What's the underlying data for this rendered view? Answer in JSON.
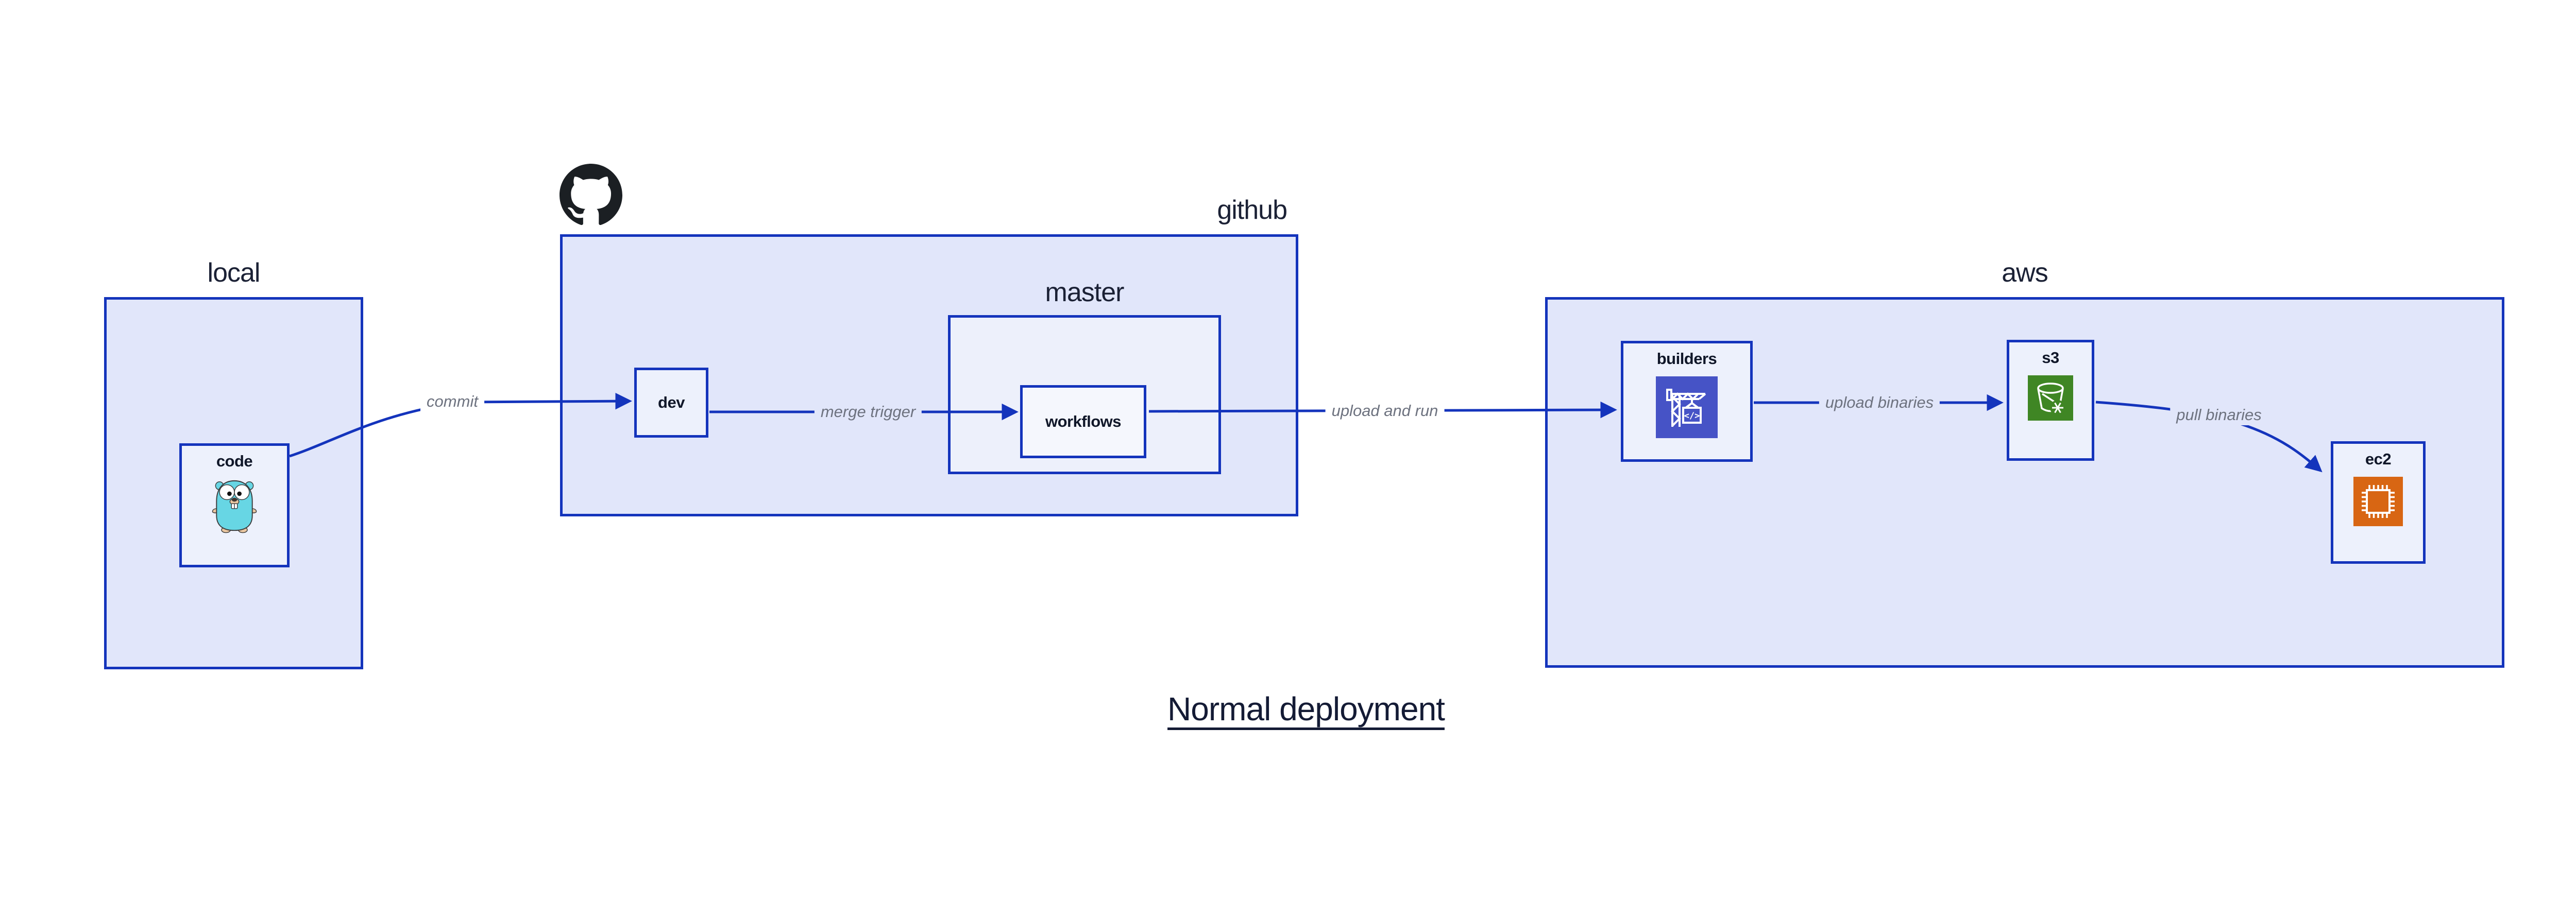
{
  "title": {
    "text": "Normal deployment"
  },
  "clusters": {
    "local": {
      "label": "local"
    },
    "github": {
      "label": "github"
    },
    "master": {
      "label": "master"
    },
    "aws": {
      "label": "aws"
    }
  },
  "nodes": {
    "code": {
      "label": "code",
      "icon": "go-gopher-icon"
    },
    "dev": {
      "label": "dev"
    },
    "workflows": {
      "label": "workflows"
    },
    "builders": {
      "label": "builders",
      "icon": "aws-codebuild-crane-icon"
    },
    "s3": {
      "label": "s3",
      "icon": "aws-s3-bucket-icon"
    },
    "ec2": {
      "label": "ec2",
      "icon": "aws-ec2-chip-icon"
    }
  },
  "edges": [
    {
      "from": "code",
      "to": "dev",
      "label": "commit"
    },
    {
      "from": "dev",
      "to": "workflows",
      "label": "merge trigger"
    },
    {
      "from": "workflows",
      "to": "builders",
      "label": "upload and run"
    },
    {
      "from": "builders",
      "to": "s3",
      "label": "upload binaries"
    },
    {
      "from": "s3",
      "to": "ec2",
      "label": "pull binaries"
    }
  ],
  "colors": {
    "accent_blue": "#1434bc",
    "cluster_fill": "#e1e6fa",
    "nested_cluster_fill": "#edf0fb",
    "node_fill": "#edf1fc",
    "edge_label_gray": "#6d727f",
    "text_navy": "#141b35",
    "github_black": "#1b1f23",
    "codebuild_indigo": "#4653c6",
    "s3_green": "#3f8624",
    "ec2_orange": "#d86613",
    "gopher_teal": "#67d6e4"
  }
}
